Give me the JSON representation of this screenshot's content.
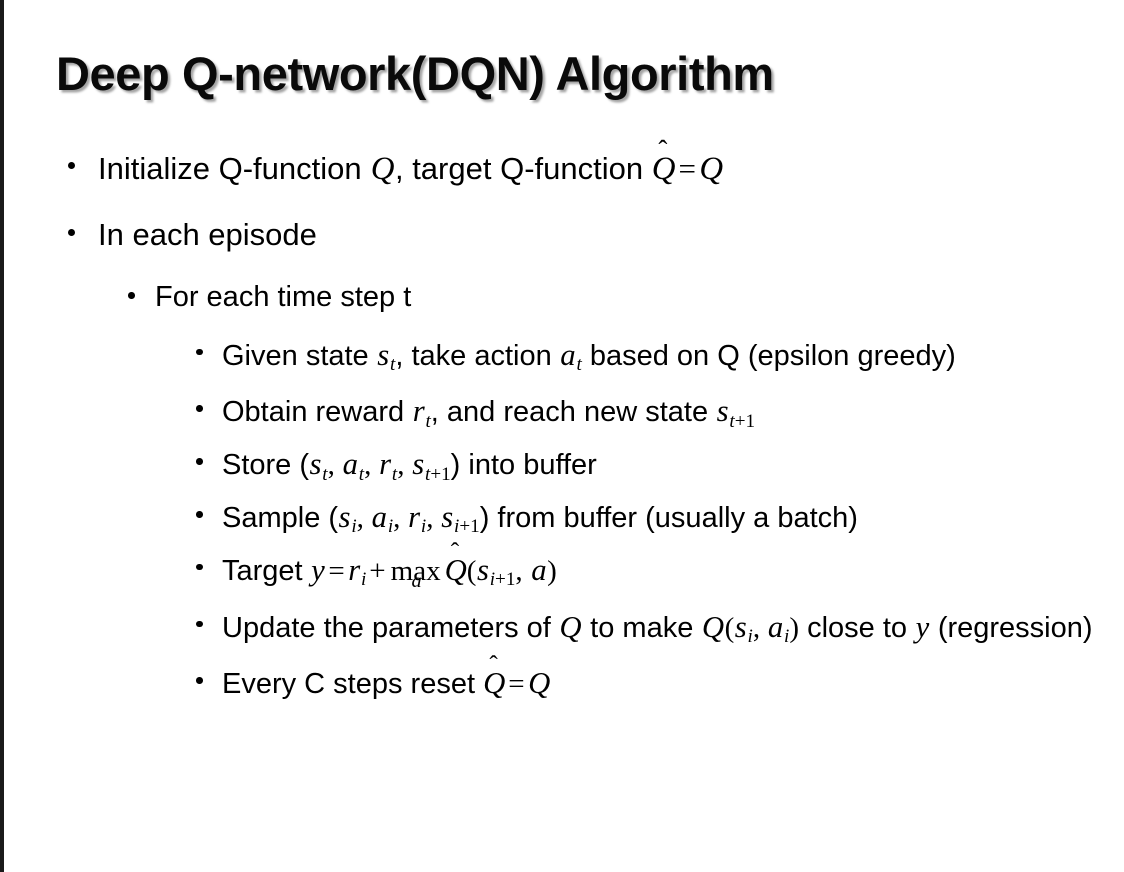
{
  "slide": {
    "title": "Deep Q-network(DQN) Algorithm",
    "background_color": "#ffffff",
    "text_color": "#000000",
    "edge_stripe_color": "#1a1a1a"
  },
  "bullets": {
    "l1_initialize": {
      "prefix": "Initialize Q-function ",
      "var_q1": "Q",
      "middle": ", target Q-function ",
      "qhat": "Q",
      "hat": "ˆ",
      "equals": "=",
      "var_q2": "Q"
    },
    "l1_episode": {
      "text": "In each episode"
    },
    "l2_timestep": {
      "text": "For each time step t"
    },
    "l3_given": {
      "p1": "Given state ",
      "s": "s",
      "s_sub": "t",
      "p2": ", take action ",
      "a": "a",
      "a_sub": "t",
      "p3": " based on Q (epsilon greedy)"
    },
    "l3_obtain": {
      "p1": "Obtain reward ",
      "r": "r",
      "r_sub": "t",
      "p2": ", and reach new state ",
      "s": "s",
      "s_sub_var": "t",
      "s_sub_op": "+1"
    },
    "l3_store": {
      "p1": "Store (",
      "s1": "s",
      "s1_sub": "t",
      "c1": ", ",
      "a1": "a",
      "a1_sub": "t",
      "c2": ", ",
      "r1": "r",
      "r1_sub": "t",
      "c3": ", ",
      "s2": "s",
      "s2_sub_var": "t",
      "s2_sub_op": "+1",
      "p2": ") into buffer"
    },
    "l3_sample": {
      "p1": "Sample (",
      "s1": "s",
      "s1_sub": "i",
      "c1": ", ",
      "a1": "a",
      "a1_sub": "i",
      "c2": ", ",
      "r1": "r",
      "r1_sub": "i",
      "c3": ", ",
      "s2": "s",
      "s2_sub_var": "i",
      "s2_sub_op": "+1",
      "p2": ") from buffer (usually a batch)"
    },
    "l3_target": {
      "p1": "Target ",
      "y": "y",
      "eq": "=",
      "r": "r",
      "r_sub": "i",
      "plus": "+",
      "max": "max",
      "max_limit": "a",
      "qhat": "Q",
      "hat": "ˆ",
      "open": "(",
      "s": "s",
      "s_sub_var": "i",
      "s_sub_op": "+1",
      "comma": ",",
      "a": "a",
      "close": ")"
    },
    "l3_update": {
      "p1": "Update the parameters of ",
      "q1": "Q",
      "p2": " to make ",
      "q2": "Q",
      "open": "(",
      "s": "s",
      "s_sub": "i",
      "comma": ", ",
      "a": "a",
      "a_sub": "i",
      "close": ")",
      "p3": " close to ",
      "y": "y",
      "p4": " (regression)"
    },
    "l3_reset": {
      "p1": "Every C steps reset ",
      "qhat": "Q",
      "hat": "ˆ",
      "equals": "=",
      "q": "Q"
    }
  }
}
